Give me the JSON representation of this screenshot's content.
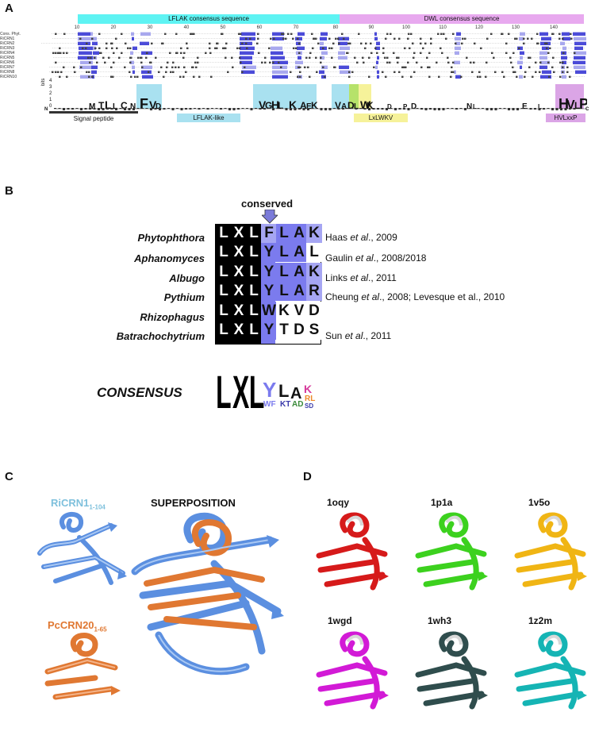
{
  "panels": {
    "A": {
      "letter": "A",
      "lflak_title": "LFLAK consensus sequence",
      "dwl_title": "DWL consensus sequence",
      "ruler": [
        "10",
        "20",
        "30",
        "40",
        "50",
        "60",
        "70",
        "80",
        "90",
        "100",
        "110",
        "120",
        "130",
        "140"
      ],
      "seq_labels": [
        "Cons. Phyt.",
        "RiCRN1",
        "RiCRN2",
        "RiCRN3",
        "RiCRN4",
        "RiCRN5",
        "RiCRN6",
        "RiCRN7",
        "RiCRN8",
        "RiCRN10"
      ],
      "logo_axis_label": "bits",
      "logo_ticks": [
        "4",
        "3",
        "2",
        "1",
        "0"
      ],
      "n_label": "N",
      "c_label": "C",
      "motifs": {
        "signal": "Signal peptide",
        "lflak": "LFLAK-like",
        "lxlwkv": "LxLWKV",
        "hvlxxp": "HVLxxP"
      }
    },
    "B": {
      "letter": "B",
      "conserved": "conserved",
      "rows": [
        {
          "species": "Phytophthora",
          "motif": [
            "L",
            "X",
            "L",
            "F",
            "L",
            "A",
            "K"
          ],
          "cite_pre": "Haas ",
          "cite_etal": "et al",
          "cite_post": "., 2009"
        },
        {
          "species": "Aphanomyces",
          "motif": [
            "L",
            "X",
            "L",
            "Y",
            "L",
            "A",
            "L"
          ],
          "cite_pre": "Gaulin ",
          "cite_etal": "et al",
          "cite_post": "., 2008/2018"
        },
        {
          "species": "Albugo",
          "motif": [
            "L",
            "X",
            "L",
            "Y",
            "L",
            "A",
            "K"
          ],
          "cite_pre": "Links ",
          "cite_etal": "et al",
          "cite_post": "., 2011"
        },
        {
          "species": "Pythium",
          "motif": [
            "L",
            "X",
            "L",
            "Y",
            "L",
            "A",
            "R"
          ],
          "cite_pre": "Cheung ",
          "cite_etal": "et al",
          "cite_post": "., 2008; Levesque et al., 2010"
        },
        {
          "species": "Rhizophagus",
          "motif": [
            "L",
            "X",
            "L",
            "W",
            "K",
            "V",
            "D"
          ],
          "cite_pre": "",
          "cite_etal": "",
          "cite_post": ""
        },
        {
          "species": "Batrachochytrium",
          "motif": [
            "L",
            "X",
            "L",
            "Y",
            "T",
            "D",
            "S"
          ],
          "cite_pre": "Sun ",
          "cite_etal": "et al",
          "cite_post": "., 2011"
        }
      ],
      "consensus_label": "CONSENSUS",
      "consensus_logo": [
        "L",
        "X",
        "L",
        "Y",
        "L",
        "A",
        "K"
      ]
    },
    "C": {
      "letter": "C",
      "ricrn_label": "RiCRN1",
      "ricrn_sub": "1-104",
      "pccrn_label": "PcCRN20",
      "pccrn_sub": "1-65",
      "superposition": "SUPERPOSITION",
      "colors": {
        "ricrn": "#5b8fe0",
        "pccrn": "#e07832",
        "ricrn_label": "#7ec0dc",
        "pccrn_label": "#e07832"
      }
    },
    "D": {
      "letter": "D",
      "structures": [
        {
          "id": "1oqy",
          "color": "#d61a1a"
        },
        {
          "id": "1p1a",
          "color": "#3cd11e"
        },
        {
          "id": "1v5o",
          "color": "#f0b514"
        },
        {
          "id": "1wgd",
          "color": "#d21ad6"
        },
        {
          "id": "1wh3",
          "color": "#2f4d4d"
        },
        {
          "id": "1z2m",
          "color": "#15b4b4"
        }
      ]
    }
  }
}
